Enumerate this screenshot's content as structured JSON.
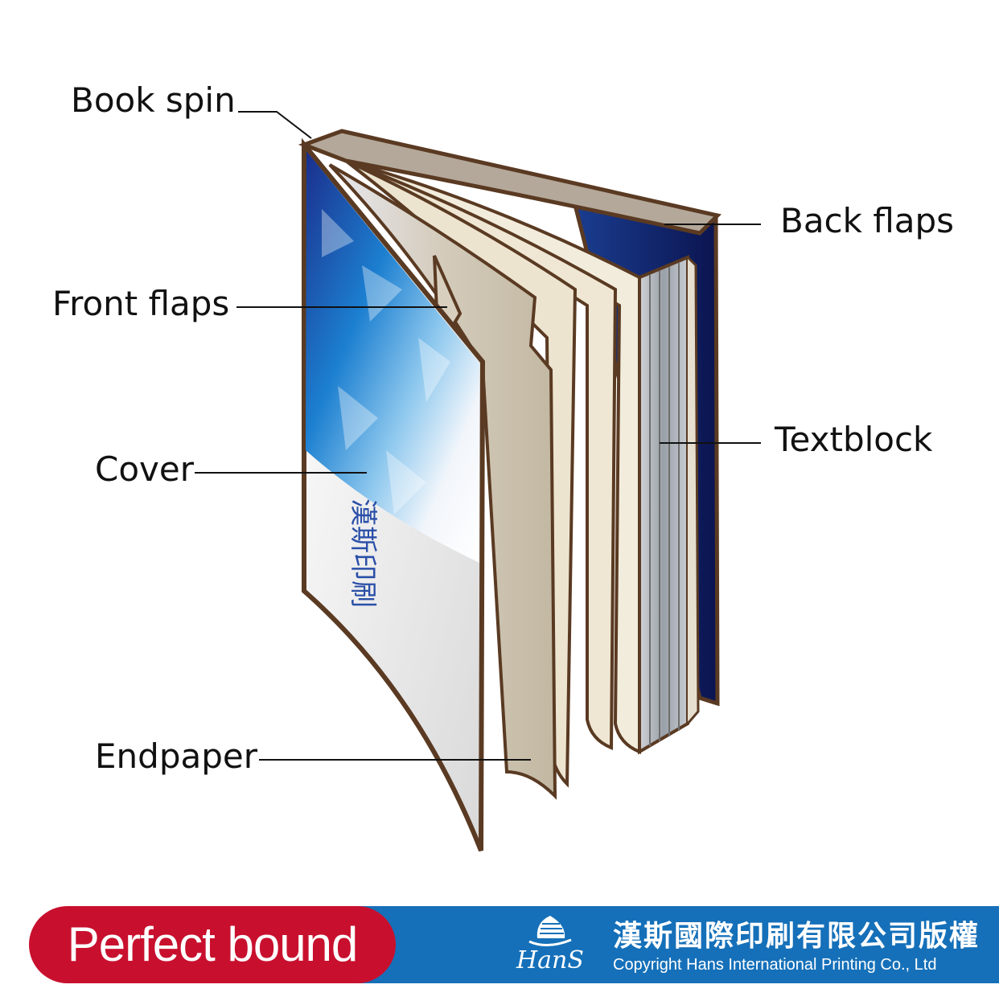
{
  "labels": {
    "book_spin": "Book spin",
    "front_flaps": "Front flaps",
    "cover": "Cover",
    "endpaper": "Endpaper",
    "back_flaps": "Back flaps",
    "textblock": "Textblock"
  },
  "cover_text": "漢斯印刷",
  "banner": {
    "title": "Perfect bound",
    "company_zh": "漢斯國際印刷有限公司版權",
    "company_en": "Copyright Hans International Printing Co., Ltd",
    "logo_text": "HanS"
  },
  "colors": {
    "title_red": "#c8102e",
    "banner_blue": "#1570b9",
    "cover_blue": "#1f3fa0",
    "outline_brown": "#5a3a22",
    "back_cover_navy": "#0d1a5c"
  },
  "icons": [
    "ship-logo-icon"
  ]
}
